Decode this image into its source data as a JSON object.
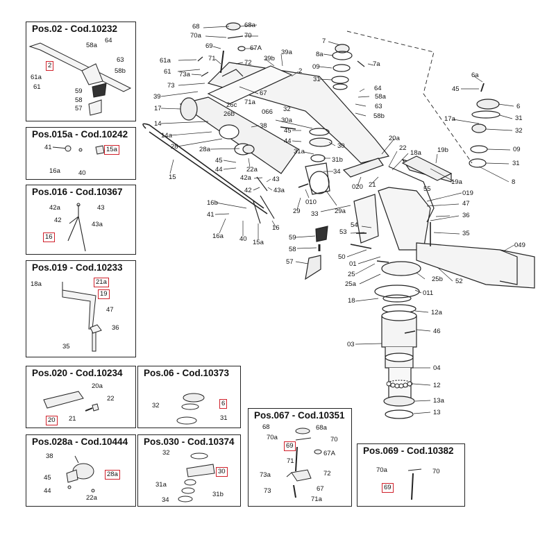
{
  "boxes": {
    "pos02": {
      "title": "Pos.02 - Cod.10232",
      "labels": [
        "2",
        "64",
        "58a",
        "63",
        "58b",
        "61a",
        "61",
        "59",
        "58",
        "57"
      ]
    },
    "pos015a": {
      "title": "Pos.015a - Cod.10242",
      "labels": [
        "41",
        "15a",
        "16a",
        "40"
      ]
    },
    "pos016": {
      "title": "Pos.016 - Cod.10367",
      "labels": [
        "42a",
        "43",
        "42",
        "43a",
        "16"
      ]
    },
    "pos019": {
      "title": "Pos.019 - Cod.10233",
      "labels": [
        "18a",
        "21a",
        "19",
        "47",
        "36",
        "35"
      ]
    },
    "pos020": {
      "title": "Pos.020 - Cod.10234",
      "labels": [
        "20a",
        "22",
        "20",
        "21"
      ]
    },
    "pos06": {
      "title": "Pos.06 - Cod.10373",
      "labels": [
        "32",
        "6",
        "31"
      ]
    },
    "pos028a": {
      "title": "Pos.028a - Cod.10444",
      "labels": [
        "38",
        "28a",
        "45",
        "44",
        "22a"
      ]
    },
    "pos030": {
      "title": "Pos.030 - Cod.10374",
      "labels": [
        "32",
        "30",
        "31a",
        "34",
        "31b"
      ]
    },
    "pos067": {
      "title": "Pos.067 - Cod.10351",
      "labels": [
        "68",
        "68a",
        "70a",
        "69",
        "70",
        "67A",
        "71",
        "73a",
        "72",
        "73",
        "67",
        "71a"
      ]
    },
    "pos069": {
      "title": "Pos.069 - Cod.10382",
      "labels": [
        "70a",
        "70",
        "69"
      ]
    }
  },
  "main_labels": [
    "68",
    "68a",
    "70a",
    "70",
    "69",
    "67A",
    "71",
    "72",
    "61a",
    "61",
    "73a",
    "73",
    "39",
    "39b",
    "39a",
    "2",
    "7",
    "8a",
    "09",
    "31",
    "7a",
    "67",
    "71a",
    "26c",
    "066",
    "26b",
    "17",
    "14",
    "38",
    "14a",
    "28",
    "28a",
    "45",
    "44",
    "42a",
    "22a",
    "43",
    "43a",
    "42",
    "16",
    "41",
    "16b",
    "16a",
    "40",
    "15a",
    "15",
    "32",
    "30a",
    "45",
    "44",
    "31a",
    "30",
    "31b",
    "34",
    "010",
    "29",
    "29a",
    "33",
    "64",
    "58a",
    "63",
    "58b",
    "6a",
    "45",
    "6",
    "31",
    "17a",
    "32",
    "09",
    "31",
    "8",
    "19b",
    "19a",
    "20a",
    "22",
    "18a",
    "21",
    "020",
    "55",
    "019",
    "47",
    "36",
    "35",
    "54",
    "53",
    "59",
    "58",
    "57",
    "50",
    "01",
    "049",
    "25",
    "25a",
    "52",
    "25b",
    "011",
    "18",
    "12a",
    "46",
    "03",
    "04",
    "12",
    "13a",
    "13"
  ]
}
